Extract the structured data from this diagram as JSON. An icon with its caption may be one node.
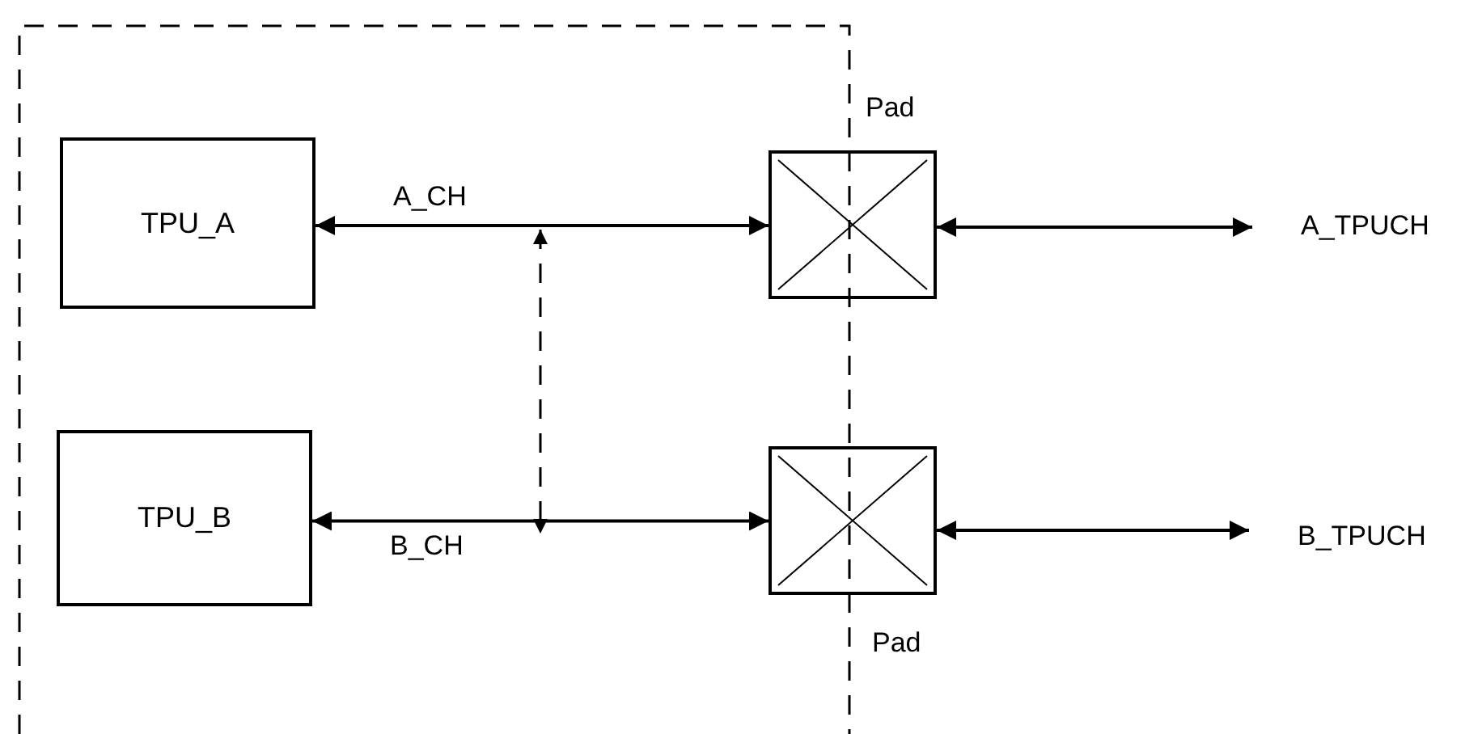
{
  "diagram": {
    "nodes": [
      {
        "text": [
          "TPU_A"
        ]
      },
      {
        "text": [
          "TPU_B"
        ]
      },
      {
        "text": [
          "Pad"
        ]
      },
      {
        "text": [
          "Pad"
        ]
      },
      {
        "text": [
          "A_TPUCH"
        ]
      },
      {
        "text": [
          "B_TPUCH"
        ]
      }
    ],
    "edges": [
      {
        "from": 0,
        "to": 2,
        "arrow": "both",
        "label": "A_CH"
      },
      {
        "from": 1,
        "to": 3,
        "arrow": "both",
        "label": "B_CH"
      },
      {
        "from": 2,
        "to": 4,
        "arrow": "both"
      },
      {
        "from": 3,
        "to": 5,
        "arrow": "both"
      }
    ]
  }
}
